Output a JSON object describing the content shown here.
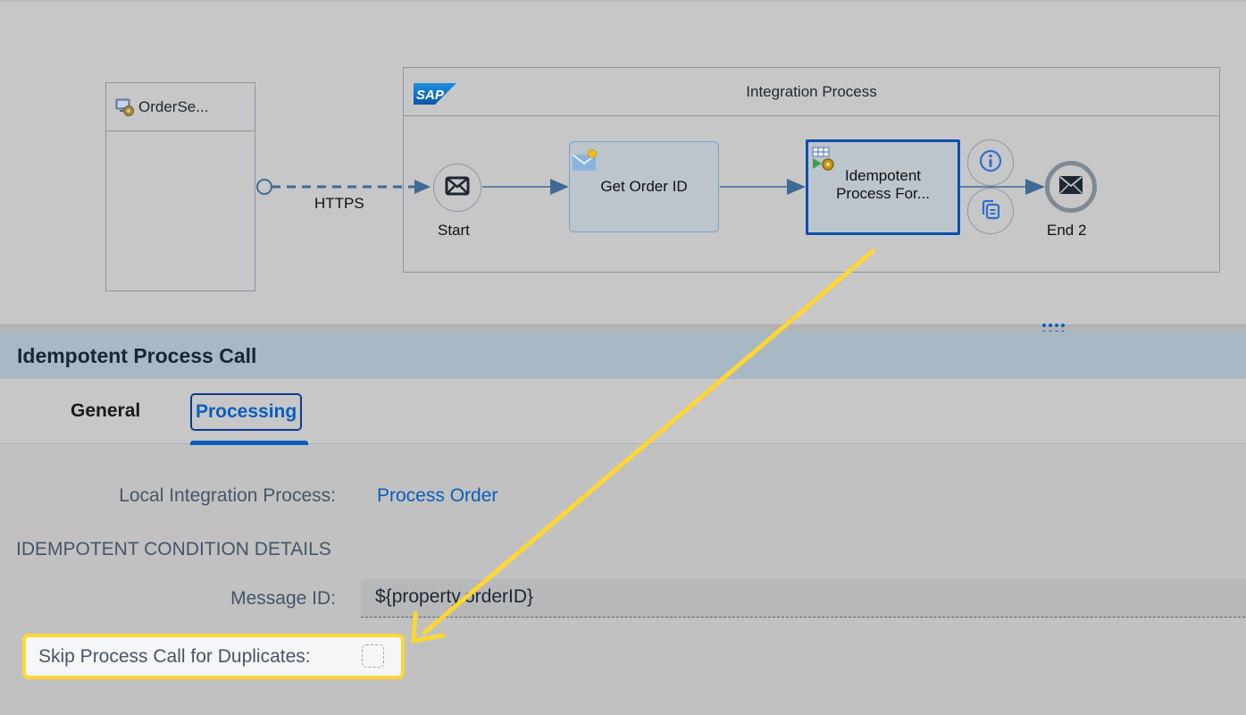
{
  "diagram": {
    "participant": {
      "label": "OrderSe...",
      "icon": "system-icon"
    },
    "connection": {
      "label": "HTTPS",
      "style": "dashed"
    },
    "pool": {
      "title": "Integration Process",
      "logo": "SAP"
    },
    "start_event": {
      "label": "Start",
      "icon": "envelope-icon"
    },
    "task_get_order": {
      "label": "Get Order ID",
      "icon": "content-modifier-icon"
    },
    "task_idempotent": {
      "label_line1": "Idempotent",
      "label_line2": "Process For...",
      "icon": "process-call-icon",
      "selected": true
    },
    "context_buttons": [
      {
        "name": "info",
        "icon": "info-icon"
      },
      {
        "name": "copy",
        "icon": "copy-icon"
      }
    ],
    "end_event": {
      "label": "End 2",
      "icon": "envelope-filled-icon"
    }
  },
  "panel": {
    "title": "Idempotent Process Call",
    "tabs": [
      {
        "label": "General",
        "active": false
      },
      {
        "label": "Processing",
        "active": true
      }
    ],
    "fields": {
      "local_process_label": "Local Integration Process:",
      "local_process_value": "Process Order",
      "section_title": "IDEMPOTENT CONDITION DETAILS",
      "message_id_label": "Message ID:",
      "message_id_value": "${property.orderID}",
      "skip_label": "Skip Process Call for Duplicates:",
      "skip_checked": false
    }
  },
  "annotation": {
    "color": "#ffd633",
    "type": "arrow"
  },
  "colors": {
    "accent": "#0a5dbd",
    "selected_border": "#0a4fae",
    "panel_header": "#a8b8c5"
  }
}
